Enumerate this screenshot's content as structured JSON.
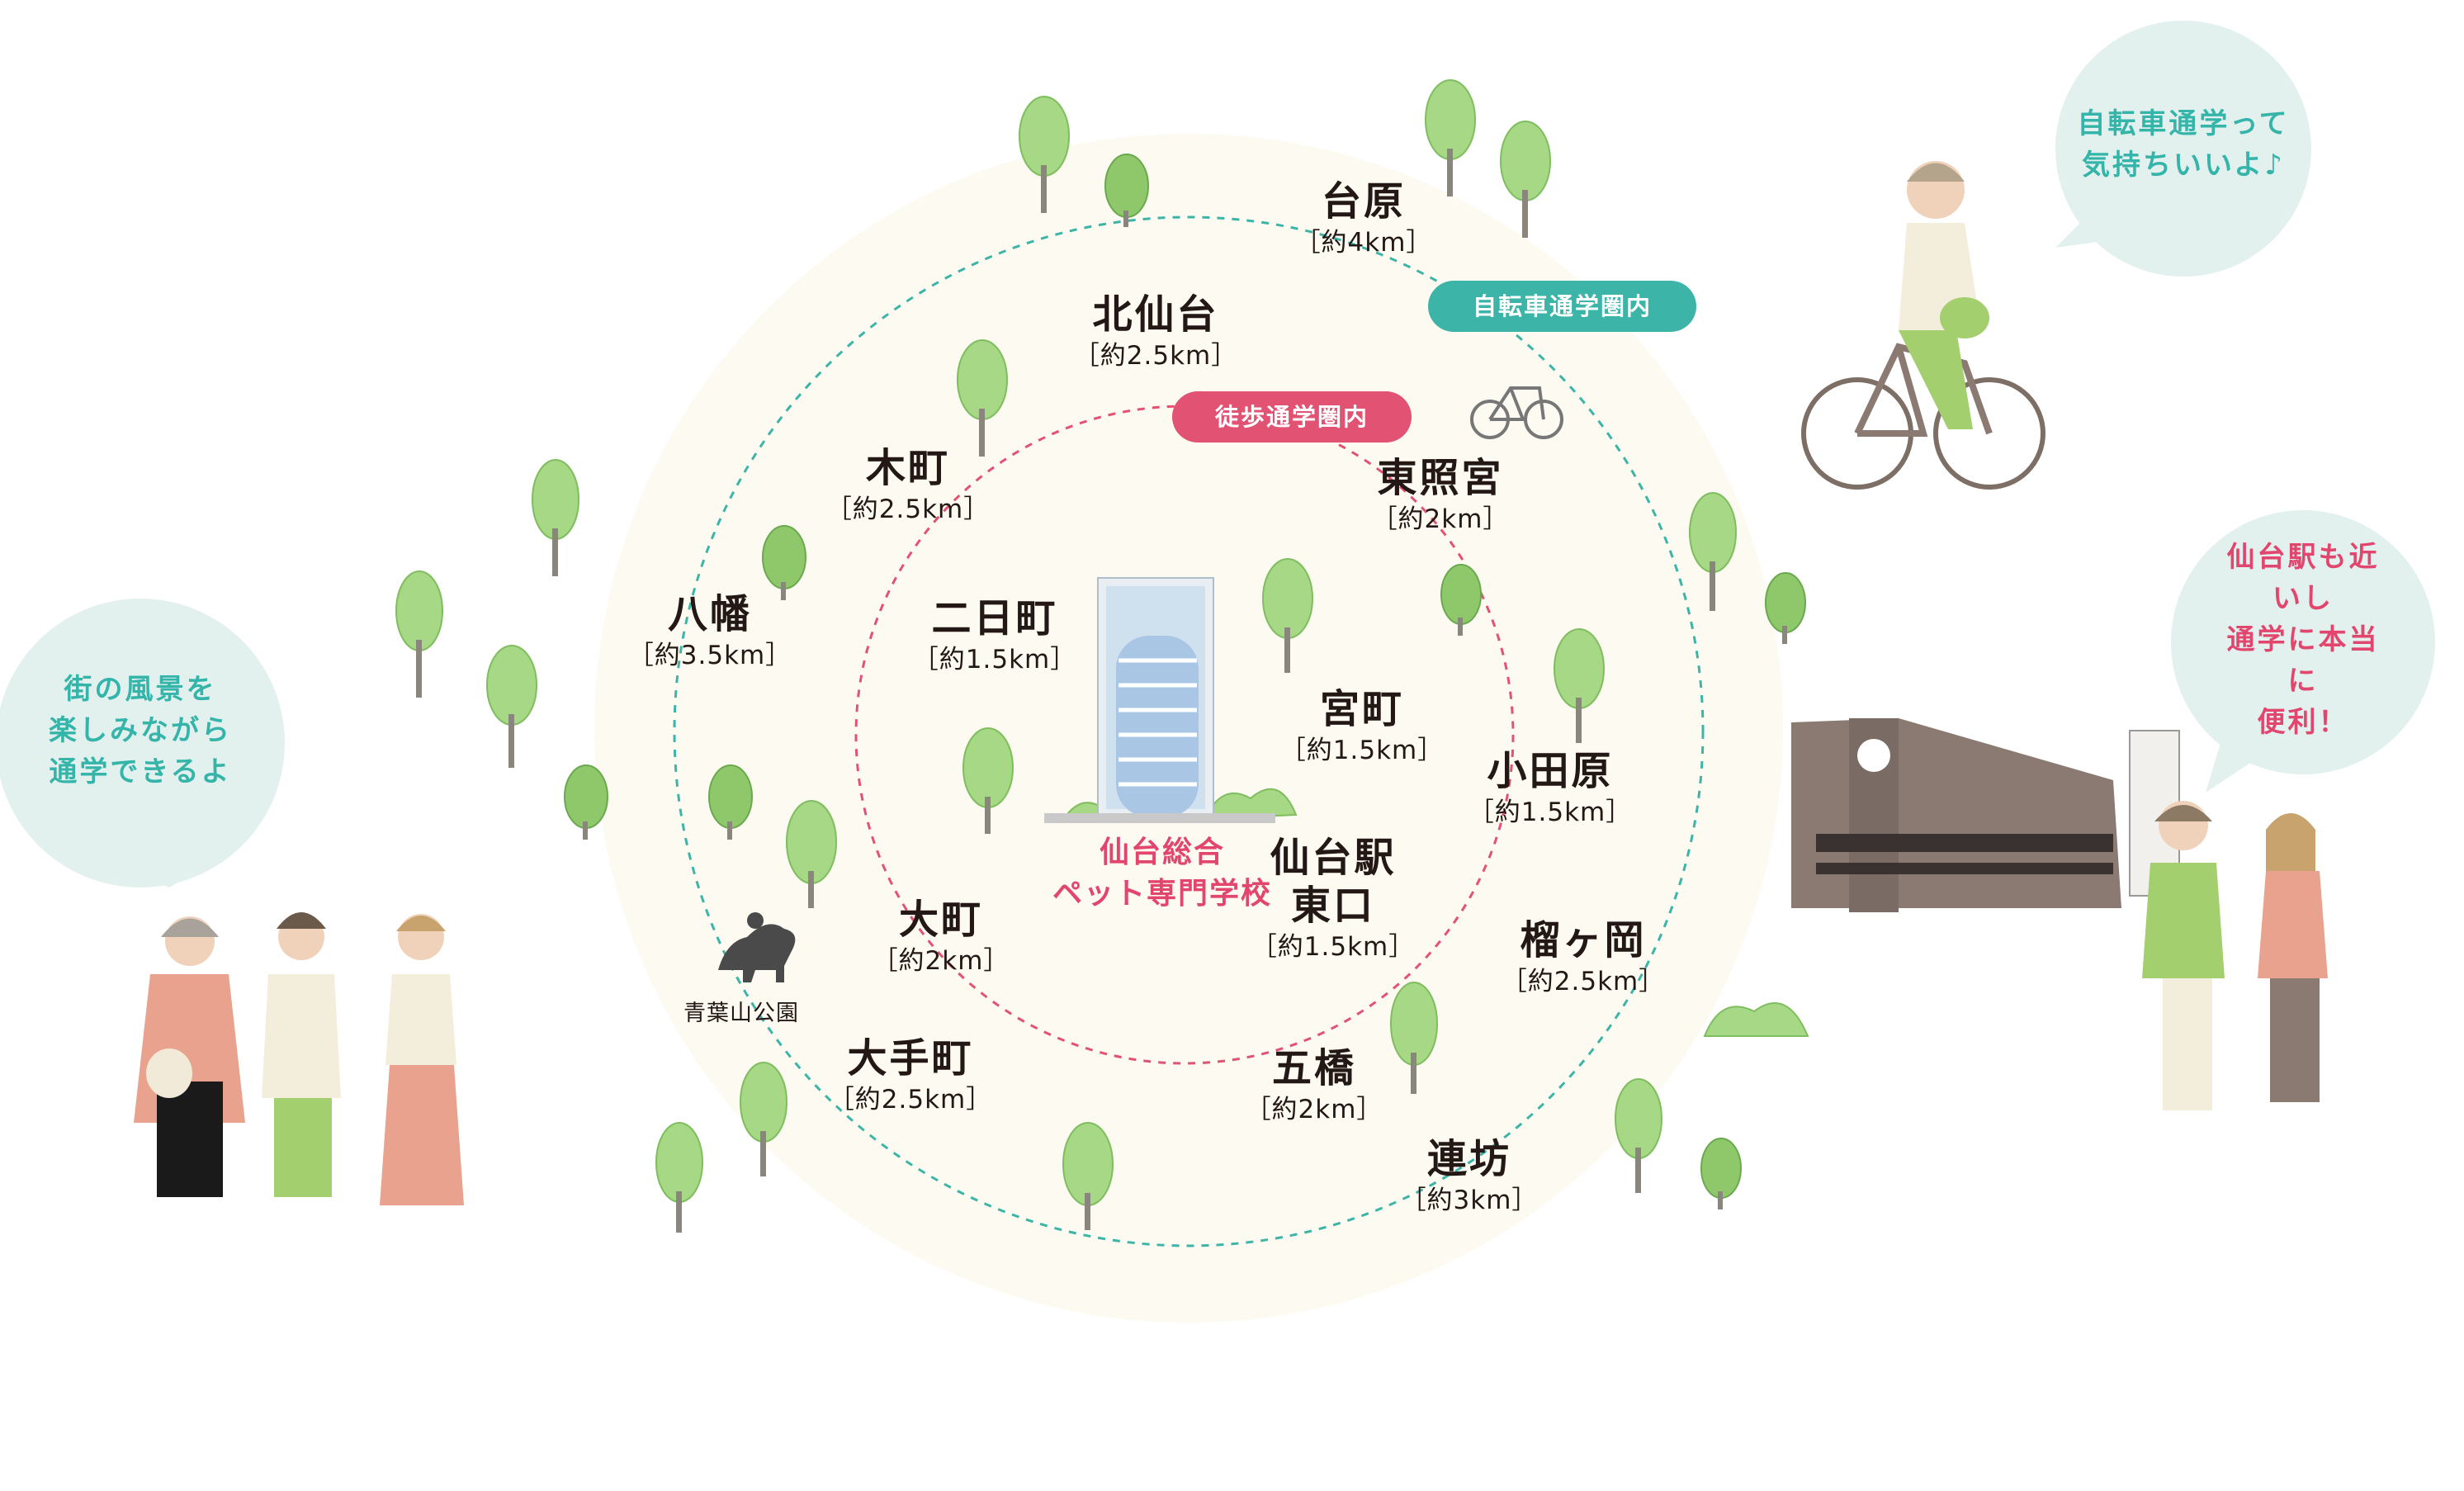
{
  "map": {
    "ring_labels": {
      "bike": "自転車通学圏内",
      "walk": "徒歩通学圏内"
    },
    "school": {
      "line1": "仙台総合",
      "line2": "ペット専門学校"
    },
    "places": [
      {
        "name": "台原",
        "distance": "［約4km］"
      },
      {
        "name": "北仙台",
        "distance": "［約2.5km］"
      },
      {
        "name": "木町",
        "distance": "［約2.5km］"
      },
      {
        "name": "東照宮",
        "distance": "［約2km］"
      },
      {
        "name": "八幡",
        "distance": "［約3.5km］"
      },
      {
        "name": "二日町",
        "distance": "［約1.5km］"
      },
      {
        "name": "宮町",
        "distance": "［約1.5km］"
      },
      {
        "name": "小田原",
        "distance": "［約1.5km］"
      },
      {
        "name": "仙台駅\n東口",
        "distance": "［約1.5km］"
      },
      {
        "name": "大町",
        "distance": "［約2km］"
      },
      {
        "name": "榴ヶ岡",
        "distance": "［約2.5km］"
      },
      {
        "name": "大手町",
        "distance": "［約2.5km］"
      },
      {
        "name": "五橋",
        "distance": "［約2km］"
      },
      {
        "name": "連坊",
        "distance": "［約3km］"
      }
    ],
    "park_label": "青葉山公園",
    "bubbles": {
      "left": "街の風景を\n楽しみながら\n通学できるよ",
      "bike": "自転車通学って\n気持ちいいよ♪",
      "station": "仙台駅も近いし\n通学に本当に\n便利！"
    },
    "colors": {
      "bike_ring": "#3cb5a8",
      "walk_ring": "#e25273",
      "accent_pink": "#e2466e",
      "tree_light": "#a6d886",
      "tree_dark": "#7fbe5f",
      "bubble_fill": "#e2f1ee",
      "area_fill": "#fdfaf1"
    }
  }
}
